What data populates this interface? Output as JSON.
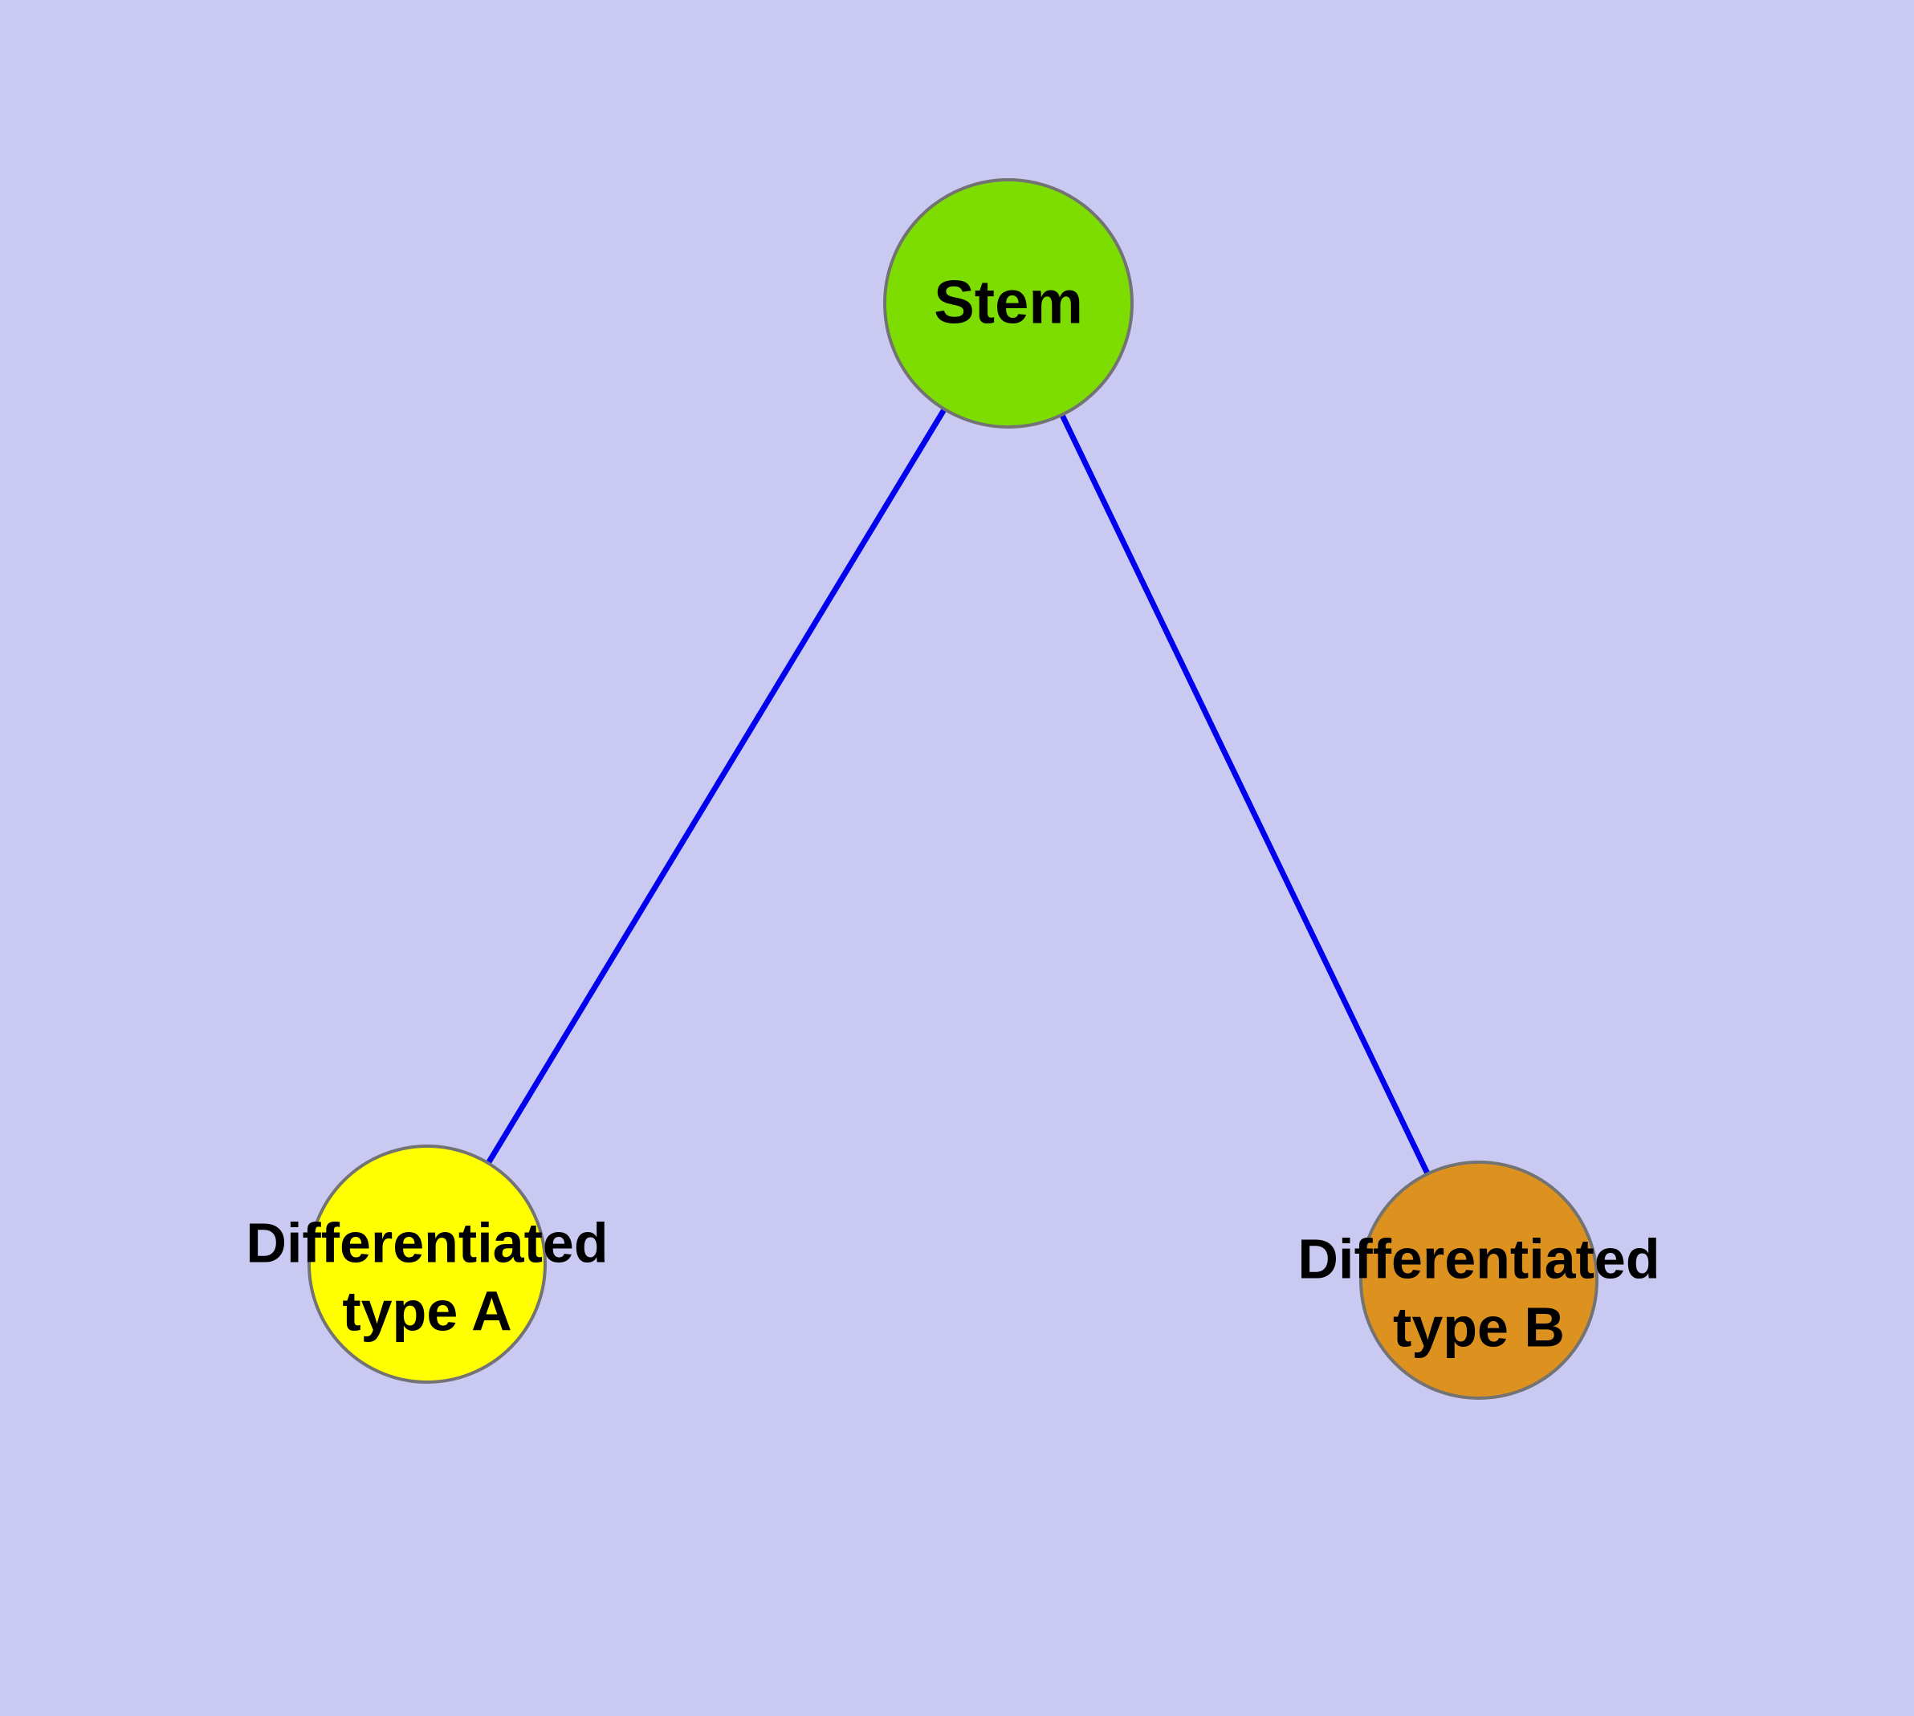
{
  "diagram": {
    "type": "node-edge-graph",
    "background_color": "#c9c9f2",
    "edge_color": "#0000ee",
    "node_border_color": "#737373",
    "text_color": "#000000",
    "nodes": [
      {
        "id": "stem",
        "label": "Stem",
        "color": "#7ddc00"
      },
      {
        "id": "type-a",
        "label": "Differentiated\ntype A",
        "color": "#ffff00"
      },
      {
        "id": "type-b",
        "label": "Differentiated\ntype B",
        "color": "#dd9220"
      }
    ],
    "edges": [
      {
        "from": "stem",
        "to": "type-a"
      },
      {
        "from": "stem",
        "to": "type-b"
      }
    ]
  }
}
